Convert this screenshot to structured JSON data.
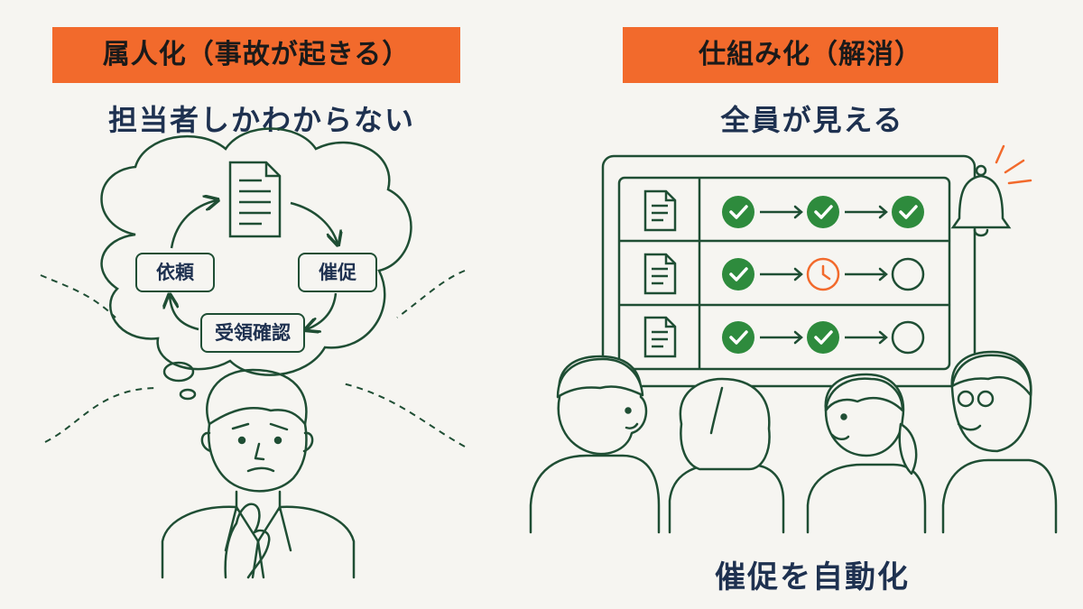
{
  "left_panel": {
    "tag": "属人化（事故が起きる）",
    "subtitle": "担当者しかわからない",
    "cycle": {
      "left": "依頼",
      "right": "催促",
      "bottom": "受領確認"
    }
  },
  "right_panel": {
    "tag": "仕組み化（解消）",
    "subtitle": "全員が見える",
    "caption": "催促を自動化",
    "board_rows": [
      {
        "steps": [
          "done",
          "done",
          "done"
        ]
      },
      {
        "steps": [
          "done",
          "waiting",
          "empty"
        ]
      },
      {
        "steps": [
          "done",
          "done",
          "empty"
        ]
      }
    ]
  },
  "colors": {
    "accent": "#f26a2c",
    "line": "#1f4e34",
    "check": "#2e8b3d",
    "text": "#1e3150",
    "background": "#f6f5f1"
  }
}
